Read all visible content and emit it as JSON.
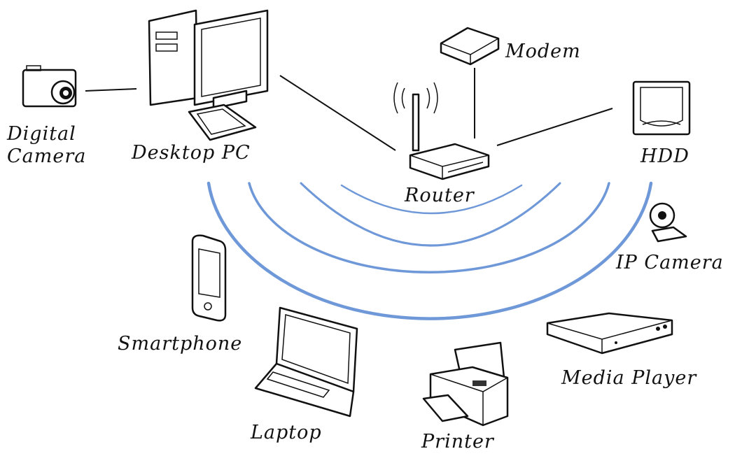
{
  "diagram": {
    "colors": {
      "wave": "#6f98d8",
      "line": "#111111"
    },
    "nodes": {
      "digital_camera": {
        "label_line1": "Digital",
        "label_line2": "Camera"
      },
      "desktop_pc": {
        "label": "Desktop PC"
      },
      "modem": {
        "label": "Modem"
      },
      "router": {
        "label": "Router"
      },
      "hdd": {
        "label": "HDD"
      },
      "ip_camera": {
        "label": "IP Camera"
      },
      "smartphone": {
        "label": "Smartphone"
      },
      "laptop": {
        "label": "Laptop"
      },
      "printer": {
        "label": "Printer"
      },
      "media_player": {
        "label": "Media Player"
      }
    },
    "wired_links": [
      [
        "digital_camera",
        "desktop_pc"
      ],
      [
        "desktop_pc",
        "router"
      ],
      [
        "modem",
        "router"
      ],
      [
        "hdd",
        "router"
      ]
    ],
    "wireless_rings": 4
  }
}
